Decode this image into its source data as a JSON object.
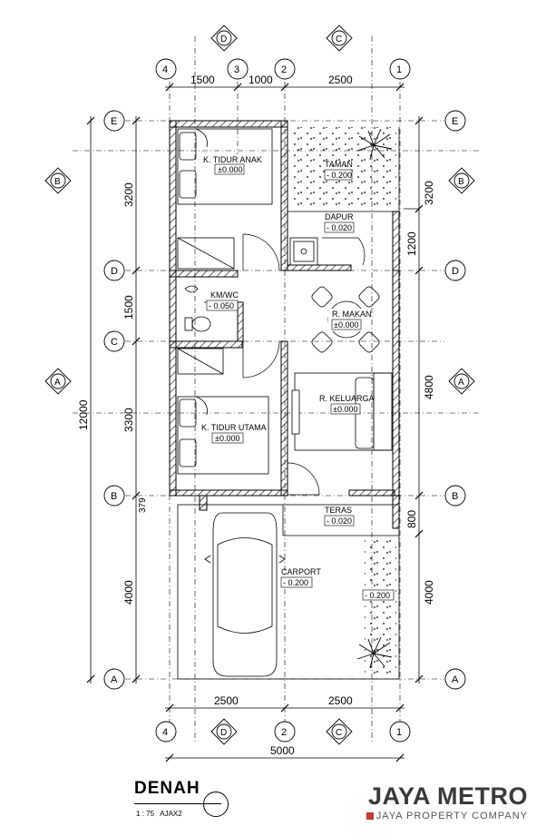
{
  "grid": {
    "columns": [
      "4",
      "3",
      "2",
      "1"
    ],
    "rows": [
      "E",
      "D",
      "C",
      "B",
      "A"
    ],
    "sections": [
      "D",
      "C",
      "B",
      "A"
    ]
  },
  "dimensions": {
    "top": [
      "1500",
      "1000",
      "2500"
    ],
    "bottom": [
      "2500",
      "2500"
    ],
    "bottom_total": "5000",
    "left": [
      "3200",
      "1500",
      "3300",
      "379",
      "4000"
    ],
    "left_total": "12000",
    "right": [
      "3200",
      "1200",
      "4800",
      "800",
      "4000"
    ]
  },
  "rooms": [
    {
      "name": "K. TIDUR ANAK",
      "level": "±0.000"
    },
    {
      "name": "TAMAN",
      "level": "- 0.200"
    },
    {
      "name": "DAPUR",
      "level": "- 0.020"
    },
    {
      "name": "KM/WC",
      "level": "- 0.050"
    },
    {
      "name": "R. MAKAN",
      "level": "±0.000"
    },
    {
      "name": "R. KELUARGA",
      "level": "±0.000"
    },
    {
      "name": "K. TIDUR UTAMA",
      "level": "±0.000"
    },
    {
      "name": "TERAS",
      "level": "- 0.020"
    },
    {
      "name": "CARPORT",
      "level": "- 0.200"
    },
    {
      "name": "",
      "level": "- 0.200"
    }
  ],
  "title": {
    "name": "DENAH",
    "scale": "1 : 75",
    "code": "AJAX2"
  },
  "brand": {
    "name": "JAYA METRO",
    "subtitle": "JAYA PROPERTY COMPANY"
  }
}
